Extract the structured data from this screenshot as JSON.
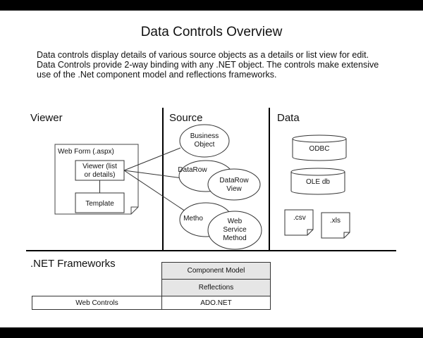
{
  "title": "Data Controls Overview",
  "description": "Data controls display details of various source objects as a details or list view for edit.  Data Controls provide 2-way binding with any .NET object.  The controls make extensive use of the .Net component model and reflections frameworks.",
  "sections": {
    "viewer": "Viewer",
    "source": "Source",
    "data": "Data",
    "frameworks": ".NET Frameworks"
  },
  "viewer": {
    "web_form": "Web Form  (.aspx)",
    "viewer_line1": "Viewer (list",
    "viewer_line2": "or details)",
    "template": "Template"
  },
  "source": {
    "business_object_line1": "Business",
    "business_object_line2": "Object",
    "datarow": "DataRow",
    "datarow_view_line1": "DataRow",
    "datarow_view_line2": "View",
    "method": "Metho",
    "web_service_line1": "Web",
    "web_service_line2": "Service",
    "web_service_line3": "Method"
  },
  "data": {
    "odbc": "ODBC",
    "oledb": "OLE db",
    "csv": ".csv",
    "xls": ".xls"
  },
  "frameworks": {
    "component_model": "Component Model",
    "reflections": "Reflections",
    "web_controls": "Web Controls",
    "ado_net": "ADO.NET"
  },
  "colors": {
    "frame": "#000000",
    "background": "#ffffff",
    "stack_fill": "#e6e6e6"
  }
}
